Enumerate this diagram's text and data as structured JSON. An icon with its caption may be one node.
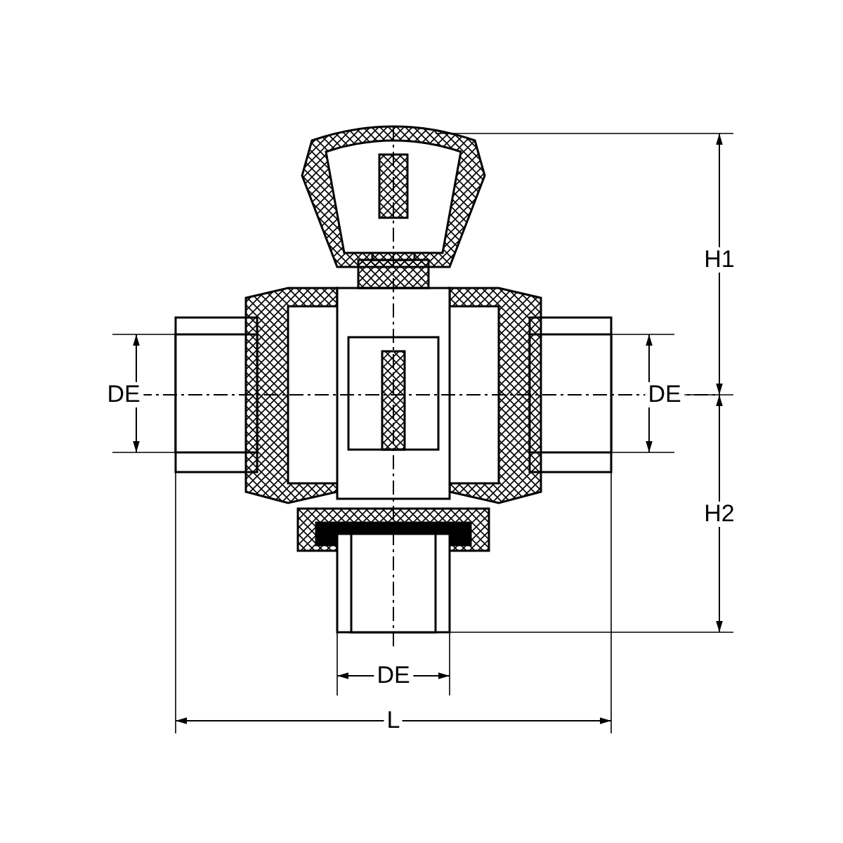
{
  "diagram": {
    "labels": [
      "H1",
      "DE",
      "DE",
      "H2",
      "DE",
      "L"
    ]
  }
}
